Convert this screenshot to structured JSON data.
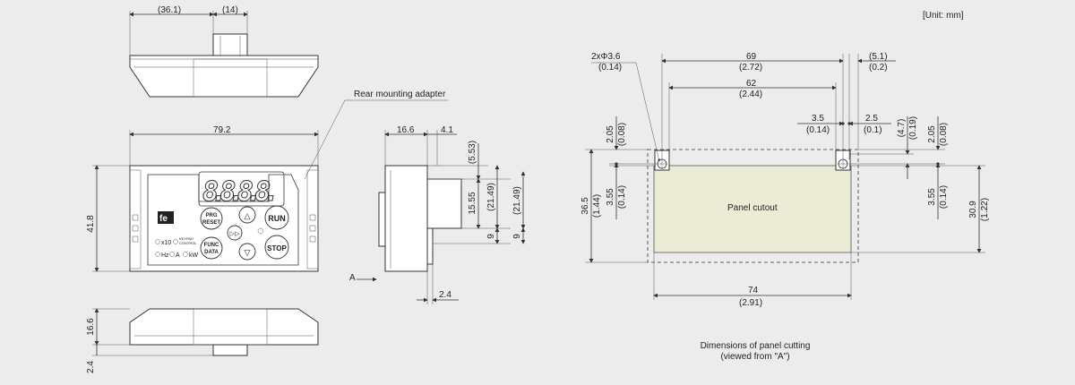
{
  "unit_note": "[Unit: mm]",
  "top_view": {
    "dim_width": "(36.1)",
    "dim_adapter": "(14)"
  },
  "front_view": {
    "dim_width": "79.2",
    "dim_height": "41.8",
    "adapter_label": "Rear mounting adapter",
    "display_text": "8.8.8.8.",
    "keys": {
      "pro_reset_top": "PRG",
      "pro_reset_bottom": "RESET",
      "func_top": "FUNC",
      "func_bottom": "DATA",
      "run": "RUN",
      "stop": "STOP",
      "up": "△",
      "down": "▽",
      "shift": "▷▷"
    },
    "indicators": {
      "x10": "x10",
      "keypad_top": "KEYPAD",
      "keypad_bottom": "CONTROL",
      "hz": "Hz",
      "a": "A",
      "kw": "kW"
    }
  },
  "bottom_view": {
    "dim_depth": "16.6",
    "dim_adapter": "2.4"
  },
  "side_view": {
    "dim_depth": "16.6",
    "dim_step": "4.1",
    "dim_553": "(5.53)",
    "dim_1555": "15.55",
    "dim_2149a": "(21.49)",
    "dim_2149b": "(21.49)",
    "dim_9a": "9",
    "dim_9b": "9",
    "dim_24": "2.4",
    "view_arrow": "A"
  },
  "cutout": {
    "label": "Panel cutout",
    "hole_spec": "2xΦ3.6",
    "hole_spec_in": "(0.14)",
    "dim_69": "69",
    "dim_69_in": "(2.72)",
    "dim_62": "62",
    "dim_62_in": "(2.44)",
    "dim_51": "(5.1)",
    "dim_51_in": "(0.2)",
    "dim_35": "3.5",
    "dim_35_in": "(0.14)",
    "dim_25": "2.5",
    "dim_25_in": "(0.1)",
    "dim_205_l": "2.05",
    "dim_205_l_in": "(0.08)",
    "dim_47": "(4.7)",
    "dim_47_in": "(0.19)",
    "dim_205_r": "2.05",
    "dim_205_r_in": "(0.08)",
    "dim_365": "36.5",
    "dim_365_in": "(1.44)",
    "dim_355_l": "3.55",
    "dim_355_l_in": "(0.14)",
    "dim_355_r": "3.55",
    "dim_355_r_in": "(0.14)",
    "dim_309": "30.9",
    "dim_309_in": "(1.22)",
    "dim_74": "74",
    "dim_74_in": "(2.91)",
    "caption_line1": "Dimensions of panel cutting",
    "caption_line2": "(viewed from \"A\")"
  }
}
